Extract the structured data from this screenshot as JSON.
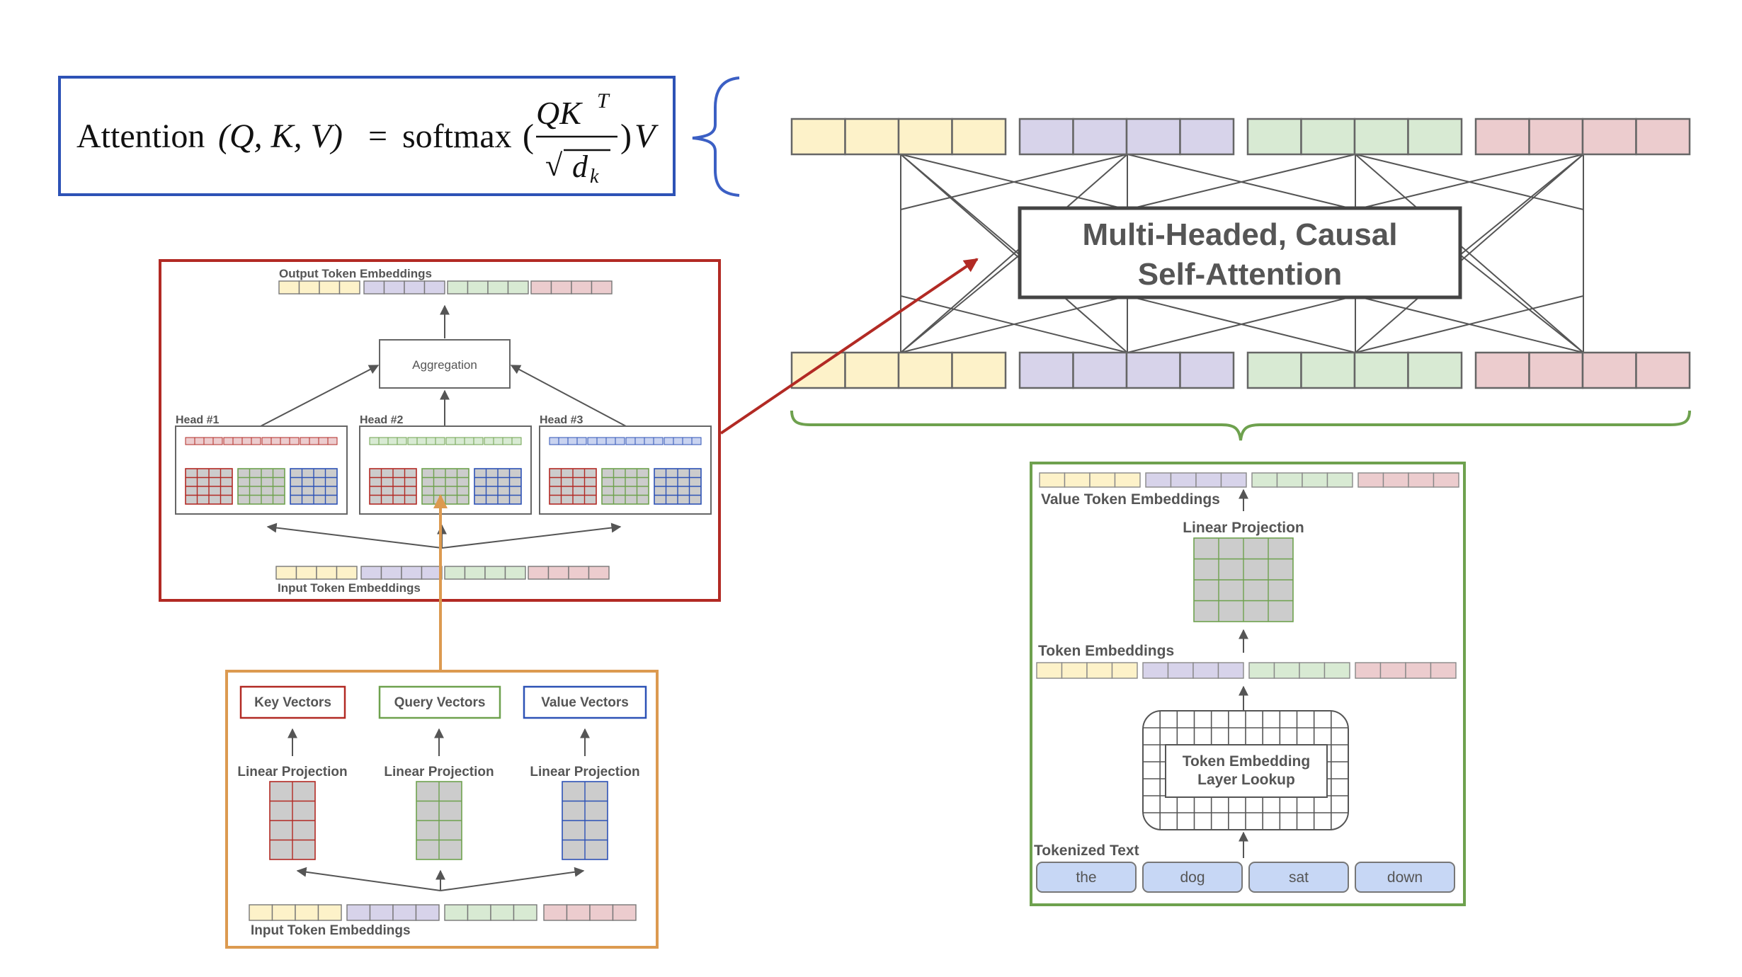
{
  "formula": {
    "lhs": "Attention",
    "args": "(Q, K, V)",
    "equals": "=",
    "fn": "softmax",
    "open": "(",
    "numerator": "QK",
    "sup": "T",
    "sqrt": "√",
    "den_var": "d",
    "den_sub": "k",
    "close": ")",
    "tail": "V"
  },
  "attention": {
    "title_line1": "Multi-Headed, Causal",
    "title_line2": "Self-Attention"
  },
  "multihead": {
    "output_label": "Output Token Embeddings",
    "aggregation": "Aggregation",
    "heads": [
      "Head #1",
      "Head #2",
      "Head #3"
    ],
    "input_label": "Input Token Embeddings"
  },
  "qkv": {
    "boxes": [
      "Key Vectors",
      "Query Vectors",
      "Value Vectors"
    ],
    "projection": "Linear Projection",
    "input_label": "Input Token Embeddings"
  },
  "embedding": {
    "value_label": "Value Token Embeddings",
    "projection": "Linear Projection",
    "token_label": "Token Embeddings",
    "lookup_line1": "Token Embedding",
    "lookup_line2": "Layer Lookup",
    "tokenized_label": "Tokenized Text",
    "tokens": [
      "the",
      "dog",
      "sat",
      "down"
    ]
  },
  "colors": {
    "yellow": "#fdf2c9",
    "purple": "#d7d3ea",
    "green": "#d8ead3",
    "pink": "#ecccce",
    "red_frame": "#b22a24",
    "orange_frame": "#dc9a50",
    "blue_frame": "#2d52b6",
    "green_frame": "#6ea14e",
    "brace_blue": "#3b5fc4",
    "brace_green": "#6ea14e",
    "token_fill": "#c7d7f5"
  }
}
